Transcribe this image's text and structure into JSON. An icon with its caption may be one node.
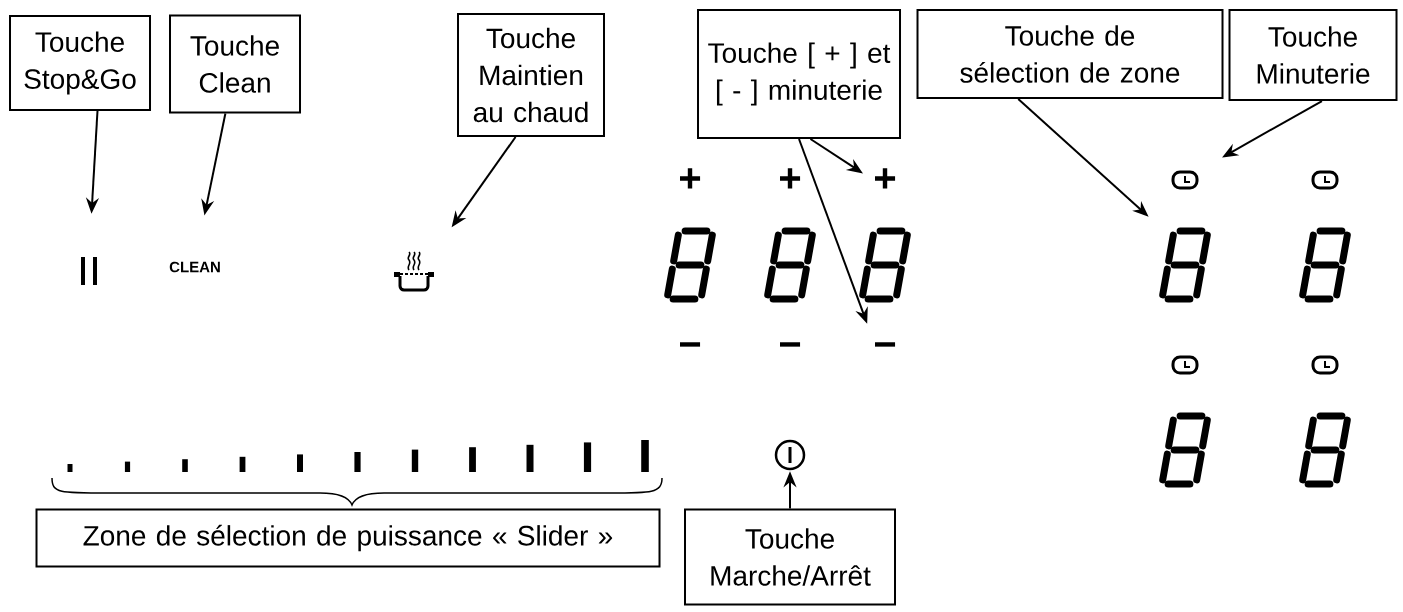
{
  "diagram": {
    "nodes": [
      {
        "text": [
          "Touche Stop&Go"
        ]
      },
      {
        "text": [
          "Touche Clean"
        ]
      },
      {
        "text": [
          "Touche Maintien au chaud"
        ]
      },
      {
        "text": [
          "Touche [ + ] et [ - ] minuterie"
        ]
      },
      {
        "text": [
          "Touche de sélection de zone"
        ]
      },
      {
        "text": [
          "Touche Minuterie"
        ]
      },
      {
        "text": [
          "Zone de sélection de puissance « Slider »"
        ]
      },
      {
        "text": [
          "Touche Marche/Arrêt"
        ]
      },
      {
        "text": [],
        "shape": "pause"
      },
      {
        "text": [
          "CLEAN"
        ]
      },
      {
        "text": [],
        "shape": "pot"
      },
      {
        "text": [
          "+"
        ]
      },
      {
        "text": [
          "−"
        ]
      },
      {
        "text": [],
        "shape": "display"
      },
      {
        "text": [],
        "shape": "clock"
      },
      {
        "text": [],
        "shape": "circle"
      }
    ],
    "edges": [
      {
        "from": 0,
        "to": 8,
        "arrow": "to"
      },
      {
        "from": 1,
        "to": 9,
        "arrow": "to"
      },
      {
        "from": 2,
        "to": 10,
        "arrow": "to"
      },
      {
        "from": 3,
        "to": 11,
        "arrow": "to"
      },
      {
        "from": 3,
        "to": 12,
        "arrow": "to"
      },
      {
        "from": 4,
        "to": 13,
        "arrow": "to"
      },
      {
        "from": 5,
        "to": 14,
        "arrow": "to"
      },
      {
        "from": 7,
        "to": 15,
        "arrow": "to"
      }
    ],
    "labels": [
      "+",
      "+",
      "−",
      "−"
    ]
  }
}
